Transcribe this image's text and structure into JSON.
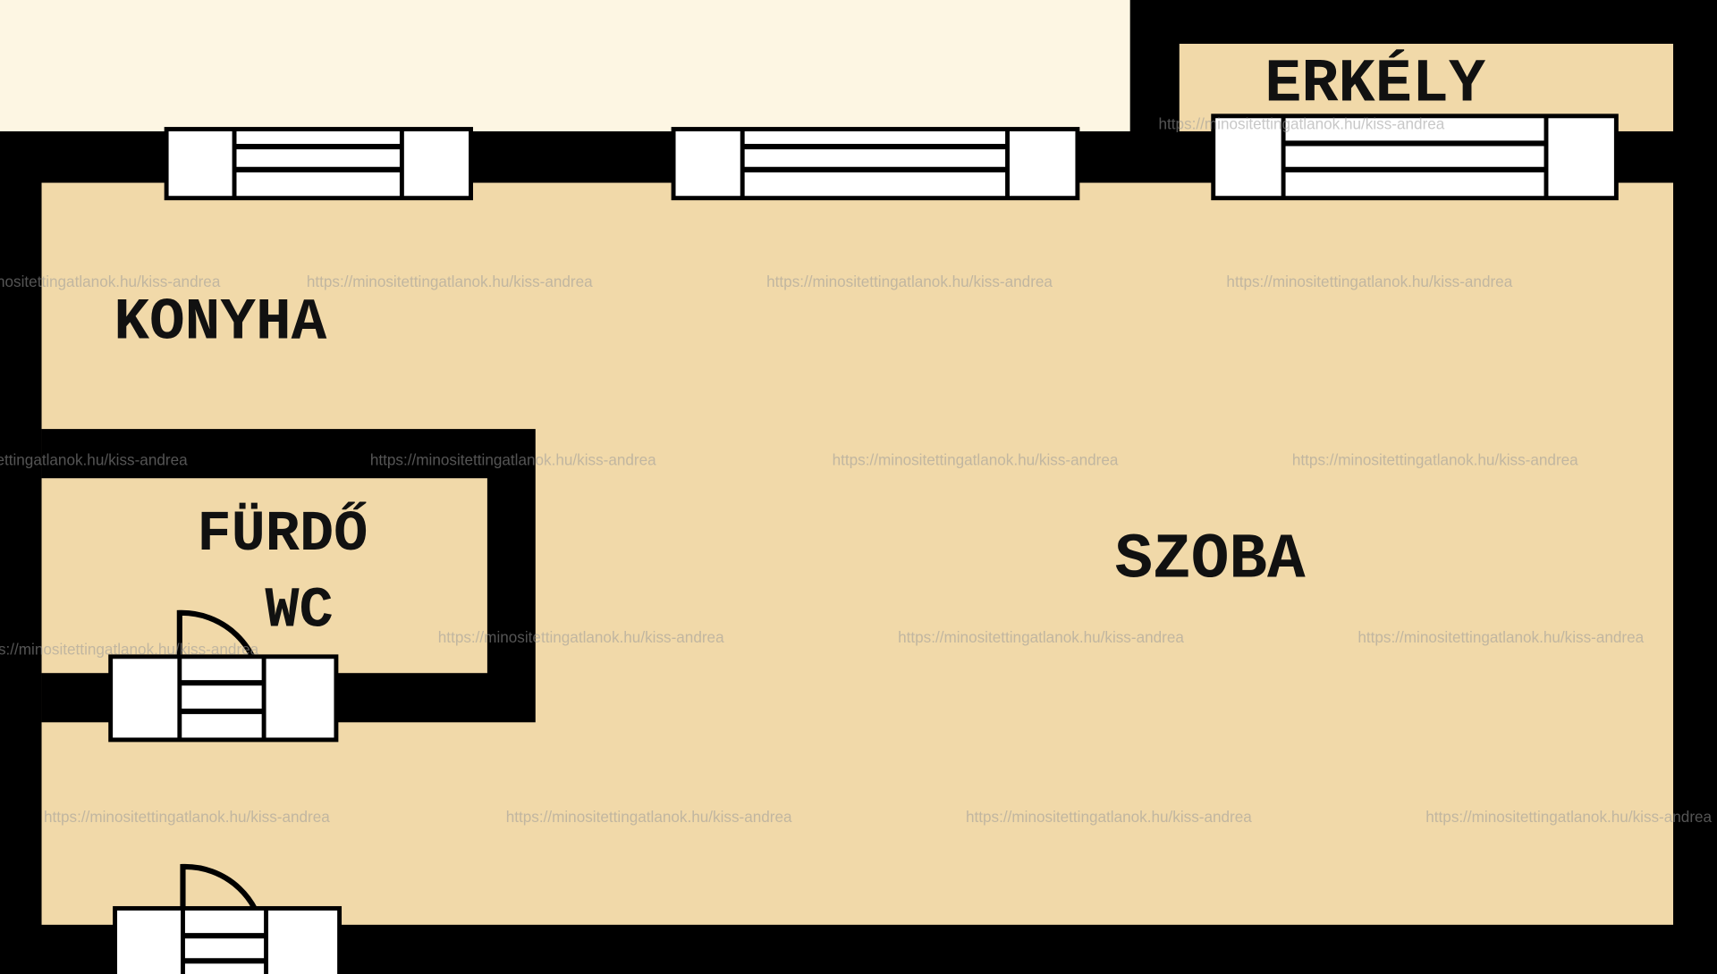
{
  "plan": {
    "rooms": {
      "balcony": "ERKÉLY",
      "kitchen": "KONYHA",
      "bathroom_line1": "FÜRDŐ",
      "bathroom_line2": "WC",
      "room": "SZOBA"
    },
    "watermark": "https://minositettingatlanok.hu/kiss-andrea"
  },
  "colors": {
    "floor": "#f1d9a9",
    "outside": "#fdf6e3",
    "wall": "#000000"
  }
}
